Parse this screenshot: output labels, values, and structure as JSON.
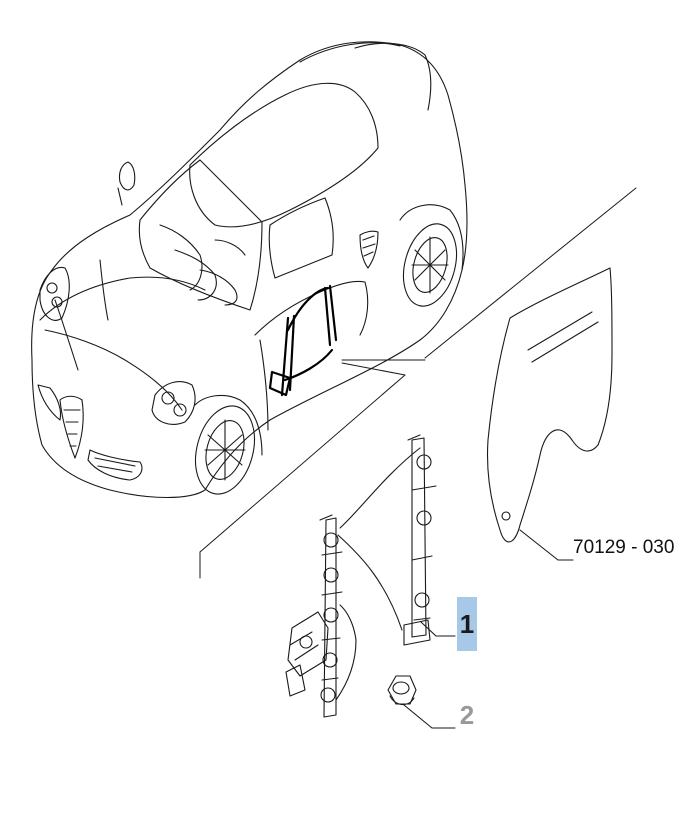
{
  "callouts": {
    "item_1": "1",
    "item_2": "2"
  },
  "part_code": "70129 - 030",
  "colors": {
    "line": "#1a1a1a",
    "highlight": "#a8c8e8",
    "muted_label": "#999999"
  }
}
